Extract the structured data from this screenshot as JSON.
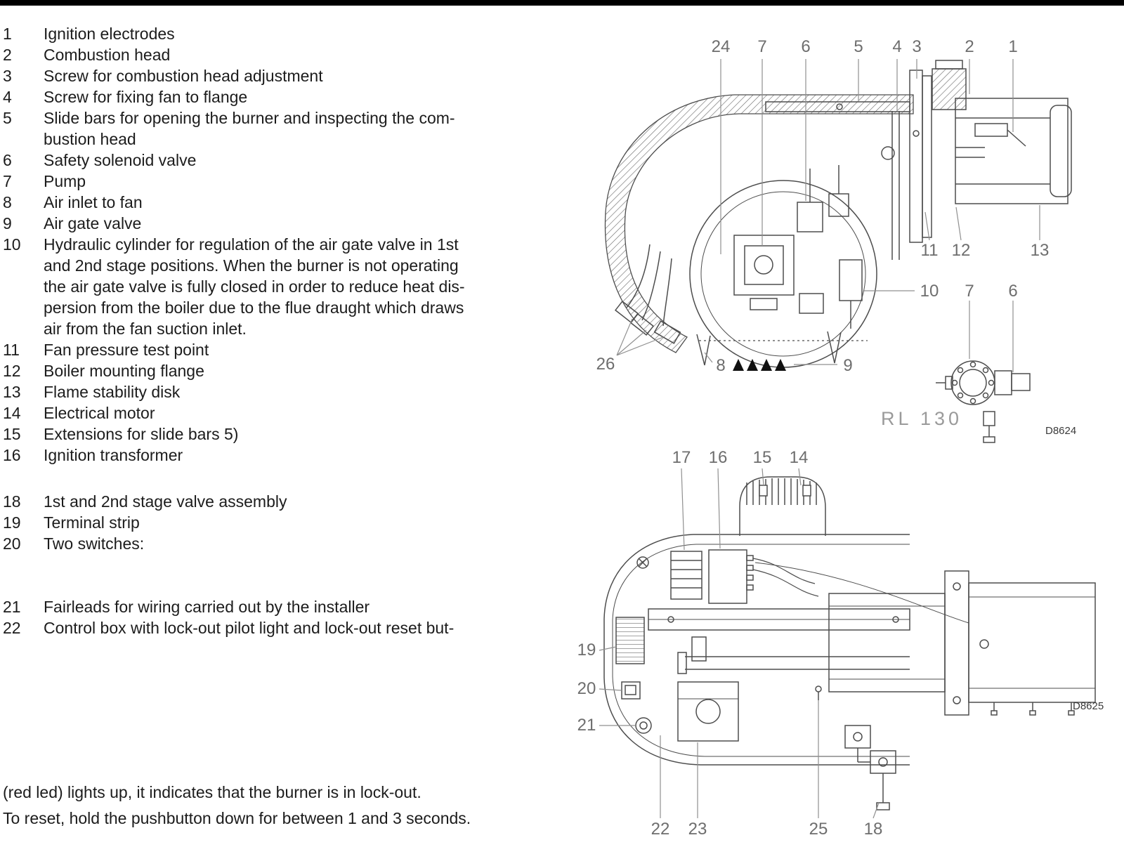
{
  "page": {
    "top_rule_color": "#000000",
    "background_color": "#ffffff",
    "callout_color": "#6e6e6e",
    "line_color": "#4d4d4d"
  },
  "parts_list": {
    "items": [
      {
        "num": "1",
        "text": "Ignition electrodes"
      },
      {
        "num": "2",
        "text": "Combustion head"
      },
      {
        "num": "3",
        "text": "Screw for combustion head adjustment"
      },
      {
        "num": "4",
        "text": "Screw for fixing fan to flange"
      },
      {
        "num": "5",
        "text": "Slide bars for opening the burner and inspecting the com-\nbustion head"
      },
      {
        "num": "6",
        "text": "Safety solenoid valve"
      },
      {
        "num": "7",
        "text": "Pump"
      },
      {
        "num": "8",
        "text": "Air inlet to fan"
      },
      {
        "num": "9",
        "text": "Air gate valve"
      },
      {
        "num": "10",
        "text": "Hydraulic cylinder for regulation of the air gate valve in 1st\nand 2nd stage positions. When the burner is not operating\nthe air gate valve is fully closed in order to reduce heat dis-\npersion from the boiler due to the flue draught which draws\nair from the fan suction inlet."
      },
      {
        "num": "11",
        "text": "Fan pressure test point"
      },
      {
        "num": "12",
        "text": "Boiler mounting flange"
      },
      {
        "num": "13",
        "text": "Flame stability disk"
      },
      {
        "num": "14",
        "text": "Electrical motor"
      },
      {
        "num": "15",
        "text": "Extensions for slide bars 5)"
      },
      {
        "num": "16",
        "text": "Ignition transformer"
      },
      {
        "num": "18",
        "text": "1st and 2nd stage valve assembly"
      },
      {
        "num": "19",
        "text": "Terminal strip"
      },
      {
        "num": "20",
        "text": "Two switches:"
      },
      {
        "num": "21",
        "text": "Fairleads for wiring carried out by the installer"
      },
      {
        "num": "22",
        "text": "Control box with lock-out pilot light and lock-out reset but-"
      }
    ]
  },
  "footer": {
    "line1": "(red led) lights up, it indicates that the burner is in lock-out.",
    "line2": "To reset, hold the pushbutton down for between 1 and 3 seconds."
  },
  "diagram_top": {
    "callouts_top": [
      "24",
      "7",
      "6",
      "5",
      "4",
      "3",
      "2",
      "1"
    ],
    "callouts_flange": [
      "11",
      "12",
      "13"
    ],
    "callouts_pump": [
      "10",
      "7",
      "6"
    ],
    "callout_wires": "26",
    "callout_air_inlet": "8",
    "callout_air_gate": "9",
    "model_label": "RL  130",
    "figure_id": "D8624"
  },
  "diagram_bottom": {
    "callouts_top": [
      "17",
      "16",
      "15",
      "14"
    ],
    "callouts_left": [
      "19",
      "20",
      "21"
    ],
    "callouts_bottom": [
      "22",
      "23",
      "25",
      "18"
    ],
    "figure_id": "D8625"
  }
}
